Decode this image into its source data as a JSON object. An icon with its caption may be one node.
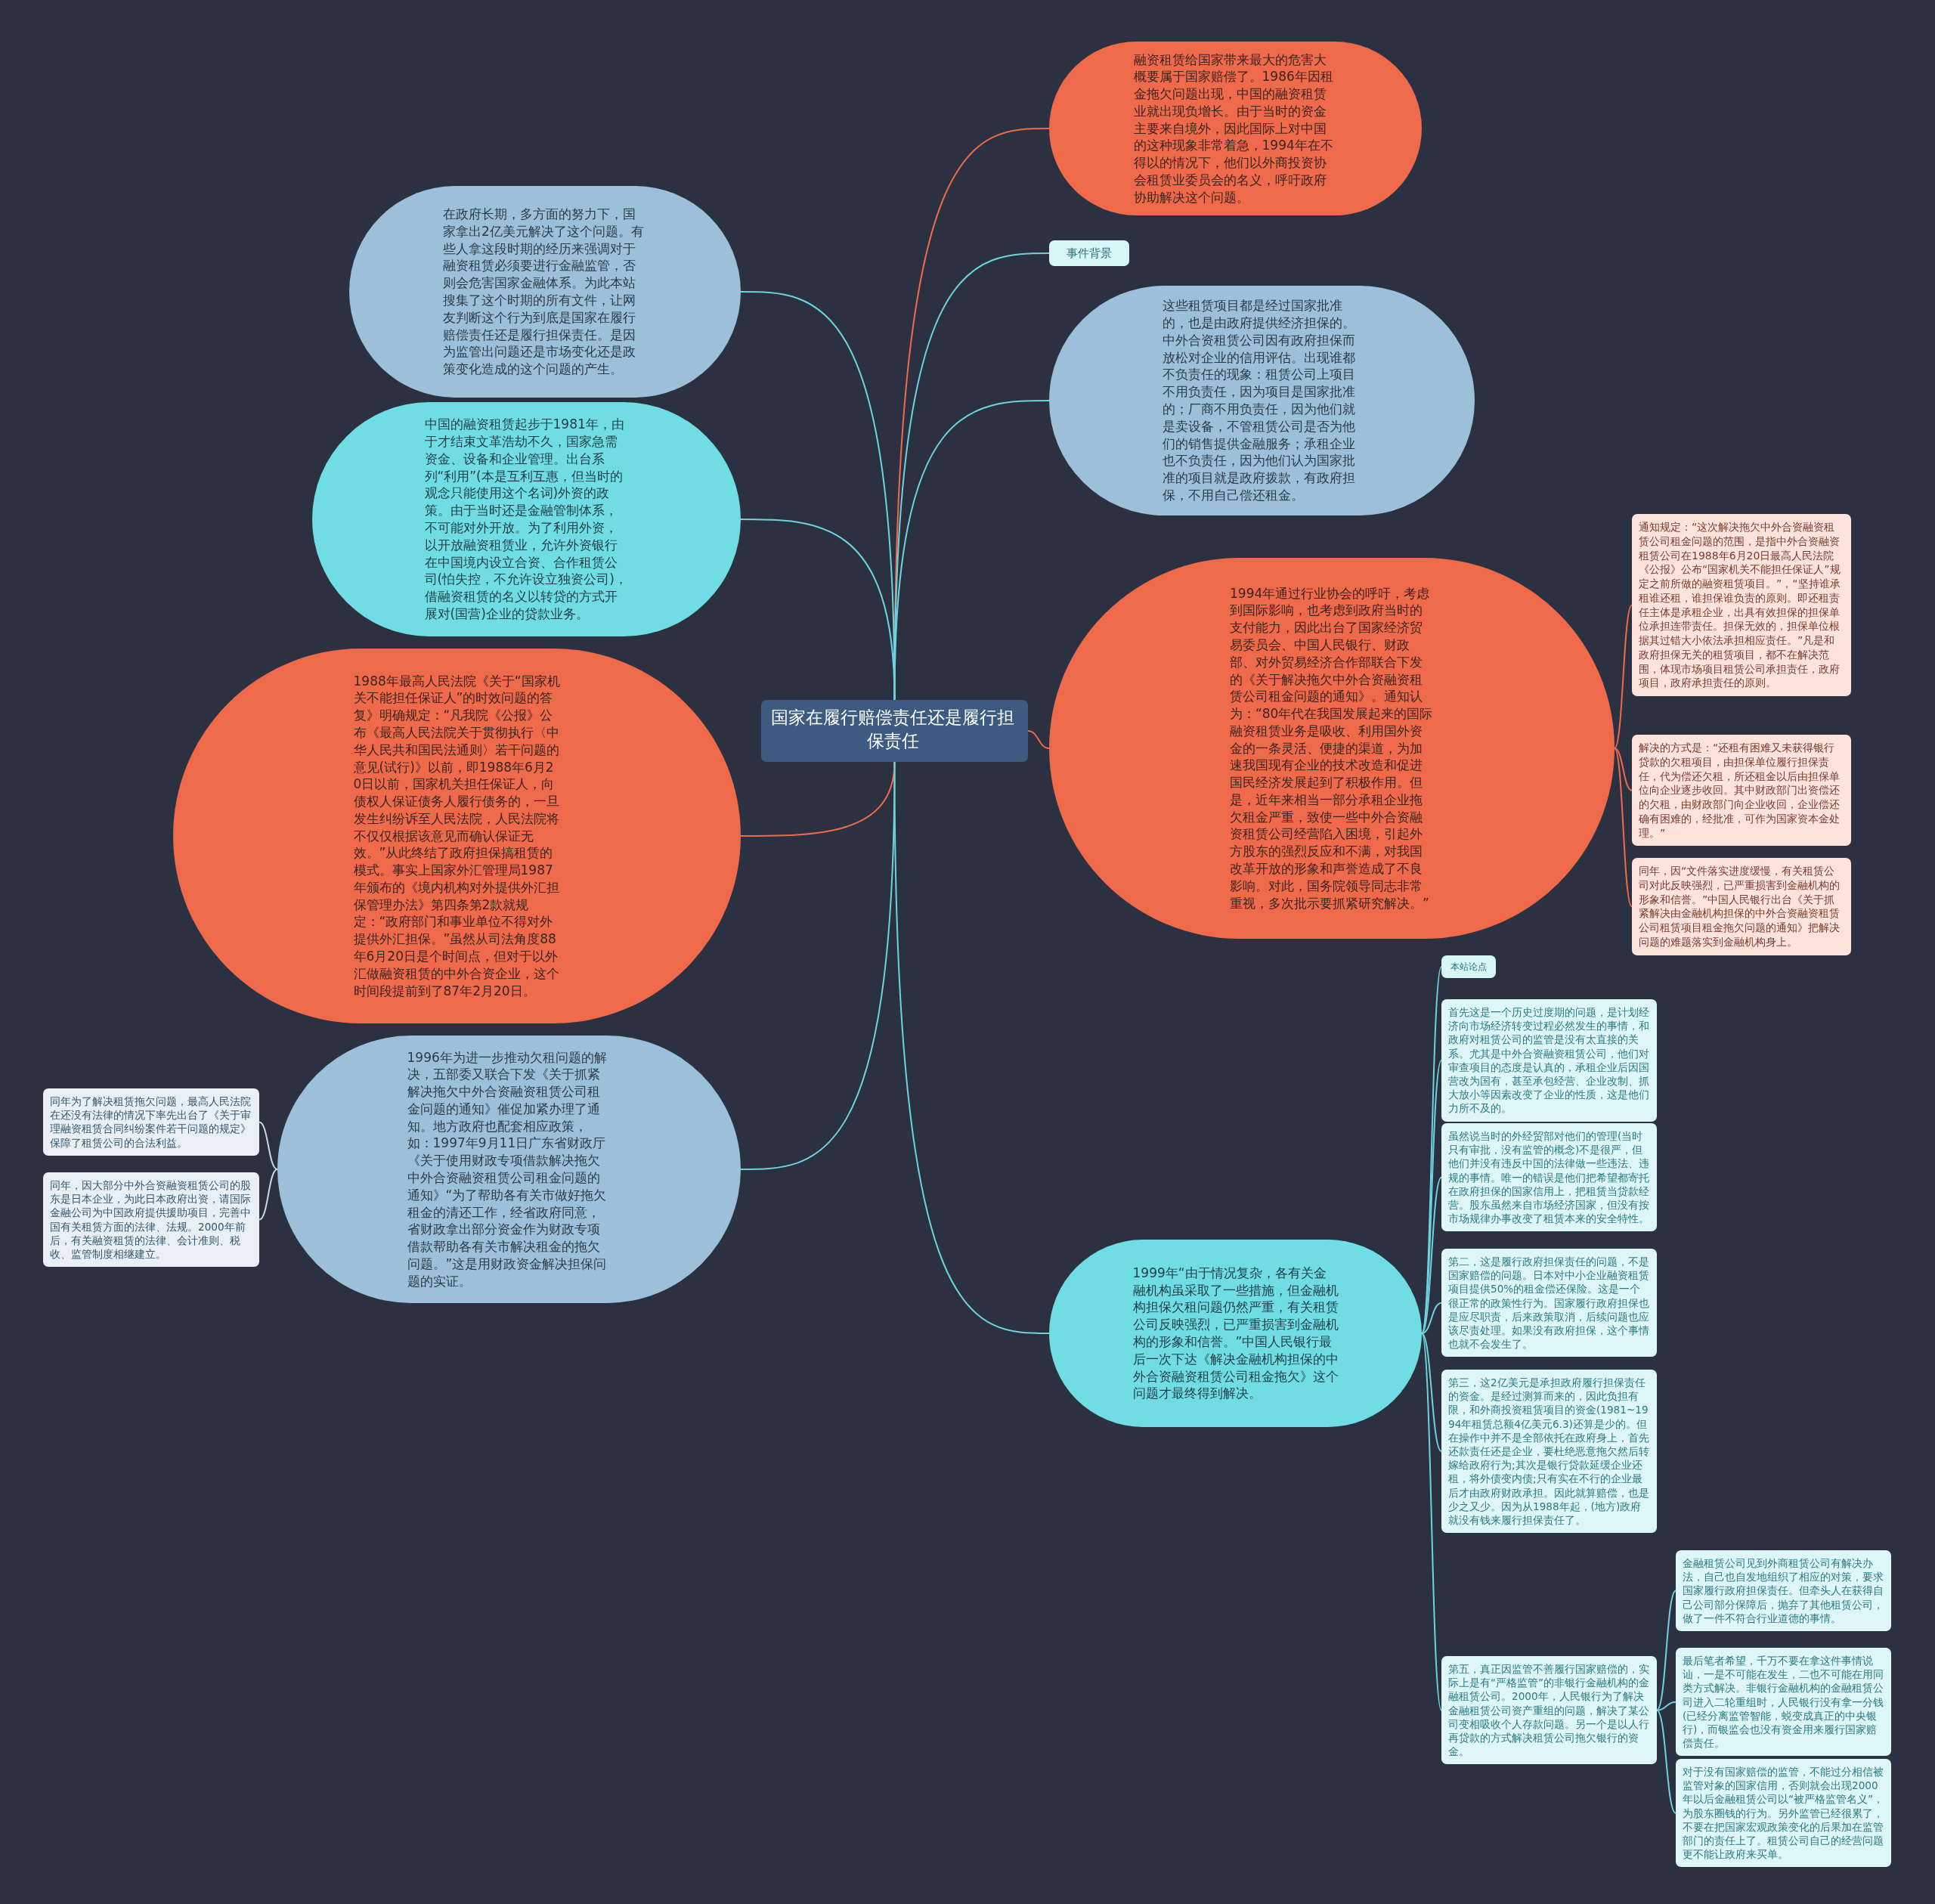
{
  "diagram": {
    "nodes": [
      {
        "text": [
          "国家在履行赔偿责任还是履行担保责任"
        ]
      },
      {
        "text": [
          "融资租赁给国家带来最大的危害大概要属于国家赔偿了。1986年因租金拖欠问题出现，中国的融资租赁业就出现负增长。由于当时的资金主要来自境外，因此国际上对中国的这种现象非常着急，1994年在不得以的情况下，他们以外商投资协会租赁业委员会的名义，呼吁政府协助解决这个问题。"
        ]
      },
      {
        "text": [
          "事件背景"
        ]
      },
      {
        "text": [
          "这些租赁项目都是经过国家批准的，也是由政府提供经济担保的。中外合资租赁公司因有政府担保而放松对企业的信用评估。出现谁都不负责任的现象：租赁公司上项目不用负责任，因为项目是国家批准的；厂商不用负责任，因为他们就是卖设备，不管租赁公司是否为他们的销售提供金融服务；承租企业也不负责任，因为他们认为国家批准的项目就是政府拨款，有政府担保，不用自己偿还租金。"
        ]
      },
      {
        "text": [
          "1994年通过行业协会的呼吁，考虑到国际影响，也考虑到政府当时的支付能力，因此出台了国家经济贸易委员会、中国人民银行、财政部、对外贸易经济合作部联合下发的《关于解决拖欠中外合资融资租赁公司租金问题的通知》。通知认为：“80年代在我国发展起来的国际融资租赁业务是吸收、利用国外资金的一条灵活、便捷的渠道，为加速我国现有企业的技术改造和促进国民经济发展起到了积极作用。但是，近年来相当一部分承租企业拖欠租金严重，致使一些中外合资融资租赁公司经营陷入困境，引起外方股东的强烈反应和不满，对我国改革开放的形象和声誉造成了不良影响。对此，国务院领导同志非常重视，多次批示要抓紧研究解决。”"
        ]
      },
      {
        "text": [
          "通知规定：“这次解决拖欠中外合资融资租赁公司租金问题的范围，是指中外合资融资租赁公司在1988年6月20日最高人民法院《公报》公布“国家机关不能担任保证人”规定之前所做的融资租赁项目。”，“坚持谁承租谁还租，谁担保谁负责的原则。即还租责任主体是承租企业，出具有效担保的担保单位承担连带责任。担保无效的，担保单位根据其过错大小依法承担相应责任。”凡是和政府担保无关的租赁项目，都不在解决范围，体现市场项目租赁公司承担责任，政府项目，政府承担责任的原则。"
        ]
      },
      {
        "text": [
          "解决的方式是：“还租有困难又未获得银行贷款的欠租项目，由担保单位履行担保责任，代为偿还欠租，所还租金以后由担保单位向企业逐步收回。其中财政部门出资偿还的欠租，由财政部门向企业收回，企业偿还确有困难的，经批准，可作为国家资本金处理。”"
        ]
      },
      {
        "text": [
          "同年，因“文件落实进度缓慢，有关租赁公司对此反映强烈，已严重损害到金融机构的形象和信誉。”中国人民银行出台《关于抓紧解决由金融机构担保的中外合资融资租赁公司租赁项目租金拖欠问题的通知》把解决问题的难题落实到金融机构身上。"
        ]
      },
      {
        "text": [
          "1999年“由于情况复杂，各有关金融机构虽采取了一些措施，但金融机构担保欠租问题仍然严重，有关租赁公司反映强烈，已严重损害到金融机构的形象和信誉。”中国人民银行最后一次下达《解决金融机构担保的中外合资融资租赁公司租金拖欠》这个问题才最终得到解决。"
        ]
      },
      {
        "text": [
          "本站论点"
        ]
      },
      {
        "text": [
          "首先这是一个历史过度期的问题，是计划经济向市场经济转变过程必然发生的事情，和政府对租赁公司的监管是没有太直接的关系。尤其是中外合资融资租赁公司，他们对审查项目的态度是认真的，承租企业后因国营改为国有，甚至承包经营、企业改制、抓大放小等因素改变了企业的性质，这是他们力所不及的。"
        ]
      },
      {
        "text": [
          "虽然说当时的外经贸部对他们的管理(当时只有审批，没有监管的概念)不是很严，但他们并没有违反中国的法律做一些违法、违规的事情。唯一的错误是他们把希望都寄托在政府担保的国家信用上，把租赁当贷款经营。股东虽然来自市场经济国家，但没有按市场规律办事改变了租赁本来的安全特性。"
        ]
      },
      {
        "text": [
          "第二，这是履行政府担保责任的问题，不是国家赔偿的问题。日本对中小企业融资租赁项目提供50%的租金偿还保险。这是一个很正常的政策性行为。国家履行政府担保也是应尽职责，后来政策取消，后续问题也应该尽责处理。如果没有政府担保，这个事情也就不会发生了。"
        ]
      },
      {
        "text": [
          "第三，这2亿美元是承担政府履行担保责任的资金。是经过测算而来的，因此负担有限，和外商投资租赁项目的资金(1981~1994年租赁总额4亿美元6.3)还算是少的。但在操作中并不是全部依托在政府身上，首先还款责任还是企业，要杜绝恶意拖欠然后转嫁给政府行为;其次是银行贷款延缓企业还租，将外债变内债;只有实在不行的企业最后才由政府财政承担。因此就算赔偿，也是少之又少。因为从1988年起，(地方)政府就没有钱来履行担保责任了。"
        ]
      },
      {
        "text": [
          "第五，真正因监管不善履行国家赔偿的，实际上是有“严格监管”的非银行金融机构的金融租赁公司。2000年，人民银行为了解决金融租赁公司资产重组的问题，解决了某公司变相吸收个人存款问题。另一个是以人行再贷款的方式解决租赁公司拖欠银行的资金。"
        ]
      },
      {
        "text": [
          "金融租赁公司见到外商租赁公司有解决办法，自己也自发地组织了相应的对策，要求国家履行政府担保责任。但牵头人在获得自己公司部分保障后，抛弃了其他租赁公司，做了一件不符合行业道德的事情。"
        ]
      },
      {
        "text": [
          "最后笔者希望，千万不要在拿这件事情说讪，一是不可能在发生，二也不可能在用同类方式解决。非银行金融机构的金融租赁公司进入二轮重组时，人民银行没有拿一分钱(已经分离监管智能，蜕变成真正的中央银行)，而银监会也没有资金用来履行国家赔偿责任。"
        ]
      },
      {
        "text": [
          "对于没有国家赔偿的监管，不能过分相信被监管对象的国家信用，否则就会出现2000年以后金融租赁公司以“被严格监管名义”，为股东圈钱的行为。另外监管已经很累了，不要在把国家宏观政策变化的后果加在监管部门的责任上了。租赁公司自己的经营问题更不能让政府来买单。"
        ]
      },
      {
        "text": [
          "在政府长期，多方面的努力下，国家拿出2亿美元解决了这个问题。有些人拿这段时期的经历来强调对于融资租赁必须要进行金融监管，否则会危害国家金融体系。为此本站搜集了这个时期的所有文件，让网友判断这个行为到底是国家在履行赔偿责任还是履行担保责任。是因为监管出问题还是市场变化还是政策变化造成的这个问题的产生。"
        ]
      },
      {
        "text": [
          "中国的融资租赁起步于1981年，由于才结束文革浩劫不久，国家急需资金、设备和企业管理。出台系列“利用”(本是互利互惠，但当时的观念只能使用这个名词)外资的政策。由于当时还是金融管制体系，不可能对外开放。为了利用外资，以开放融资租赁业，允许外资银行在中国境内设立合资、合作租赁公司(怕失控，不允许设立独资公司)，借融资租赁的名义以转贷的方式开展对(国营)企业的贷款业务。"
        ]
      },
      {
        "text": [
          "1988年最高人民法院《关于“国家机关不能担任保证人”的时效问题的答复》明确规定：“凡我院《公报》公布《最高人民法院关于贯彻执行〈中华人民共和国民法通则〉若干问题的意见(试行)》以前，即1988年6月20日以前，国家机关担任保证人，向债权人保证债务人履行债务的，一旦发生纠纷诉至人民法院，人民法院将不仅仅根据该意见而确认保证无效。”从此终结了政府担保搞租赁的模式。事实上国家外汇管理局1987年颁布的《境内机构对外提供外汇担保管理办法》第四条第2款就规定：“政府部门和事业单位不得对外提供外汇担保。”虽然从司法角度88年6月20日是个时间点，但对于以外汇做融资租赁的中外合资企业，这个时间段提前到了87年2月20日。"
        ]
      },
      {
        "text": [
          "1996年为进一步推动欠租问题的解决，五部委又联合下发《关于抓紧解决拖欠中外合资融资租赁公司租金问题的通知》催促加紧办理了通知。地方政府也配套相应政策，如：1997年9月11日广东省财政厅《关于使用财政专项借款解决拖欠中外合资融资租赁公司租金问题的通知》“为了帮助各有关市做好拖欠租金的清还工作，经省政府同意，省财政拿出部分资金作为财政专项借款帮助各有关市解决租金的拖欠问题。”这是用财政资金解决担保问题的实证。"
        ]
      },
      {
        "text": [
          "同年为了解决租赁拖欠问题，最高人民法院在还没有法律的情况下率先出台了《关于审理融资租赁合同纠纷案件若干问题的规定》保障了租赁公司的合法利益。"
        ]
      },
      {
        "text": [
          "同年，因大部分中外合资融资租赁公司的股东是日本企业，为此日本政府出资，请国际金融公司为中国政府提供援助项目，完善中国有关租赁方面的法律、法规。2000年前后，有关融资租赁的法律、会计准则、税收、监管制度相继建立。"
        ]
      }
    ],
    "edges": [
      {
        "from": 0,
        "to": 1,
        "arrow": "none",
        "color": "#ee6a4b"
      },
      {
        "from": 0,
        "to": 2,
        "arrow": "none"
      },
      {
        "from": 0,
        "to": 3,
        "arrow": "none"
      },
      {
        "from": 0,
        "to": 4,
        "arrow": "none",
        "color": "#ee6a4b"
      },
      {
        "from": 4,
        "to": 5,
        "arrow": "none",
        "color": "#ee6a4b"
      },
      {
        "from": 4,
        "to": 6,
        "arrow": "none",
        "color": "#ee6a4b"
      },
      {
        "from": 4,
        "to": 7,
        "arrow": "none",
        "color": "#ee6a4b"
      },
      {
        "from": 0,
        "to": 8,
        "arrow": "none"
      },
      {
        "from": 8,
        "to": 9,
        "arrow": "none"
      },
      {
        "from": 8,
        "to": 10,
        "arrow": "none"
      },
      {
        "from": 8,
        "to": 11,
        "arrow": "none"
      },
      {
        "from": 8,
        "to": 12,
        "arrow": "none"
      },
      {
        "from": 8,
        "to": 13,
        "arrow": "none"
      },
      {
        "from": 8,
        "to": 14,
        "arrow": "none"
      },
      {
        "from": 14,
        "to": 15,
        "arrow": "none"
      },
      {
        "from": 14,
        "to": 16,
        "arrow": "none"
      },
      {
        "from": 14,
        "to": 17,
        "arrow": "none"
      },
      {
        "from": 0,
        "to": 18,
        "arrow": "none"
      },
      {
        "from": 0,
        "to": 19,
        "arrow": "none"
      },
      {
        "from": 0,
        "to": 20,
        "arrow": "none",
        "color": "#ee6a4b"
      },
      {
        "from": 0,
        "to": 21,
        "arrow": "none"
      },
      {
        "from": 21,
        "to": 22,
        "arrow": "none",
        "color": "#c9d9e6"
      },
      {
        "from": 21,
        "to": 23,
        "arrow": "none",
        "color": "#c9d9e6"
      }
    ]
  }
}
